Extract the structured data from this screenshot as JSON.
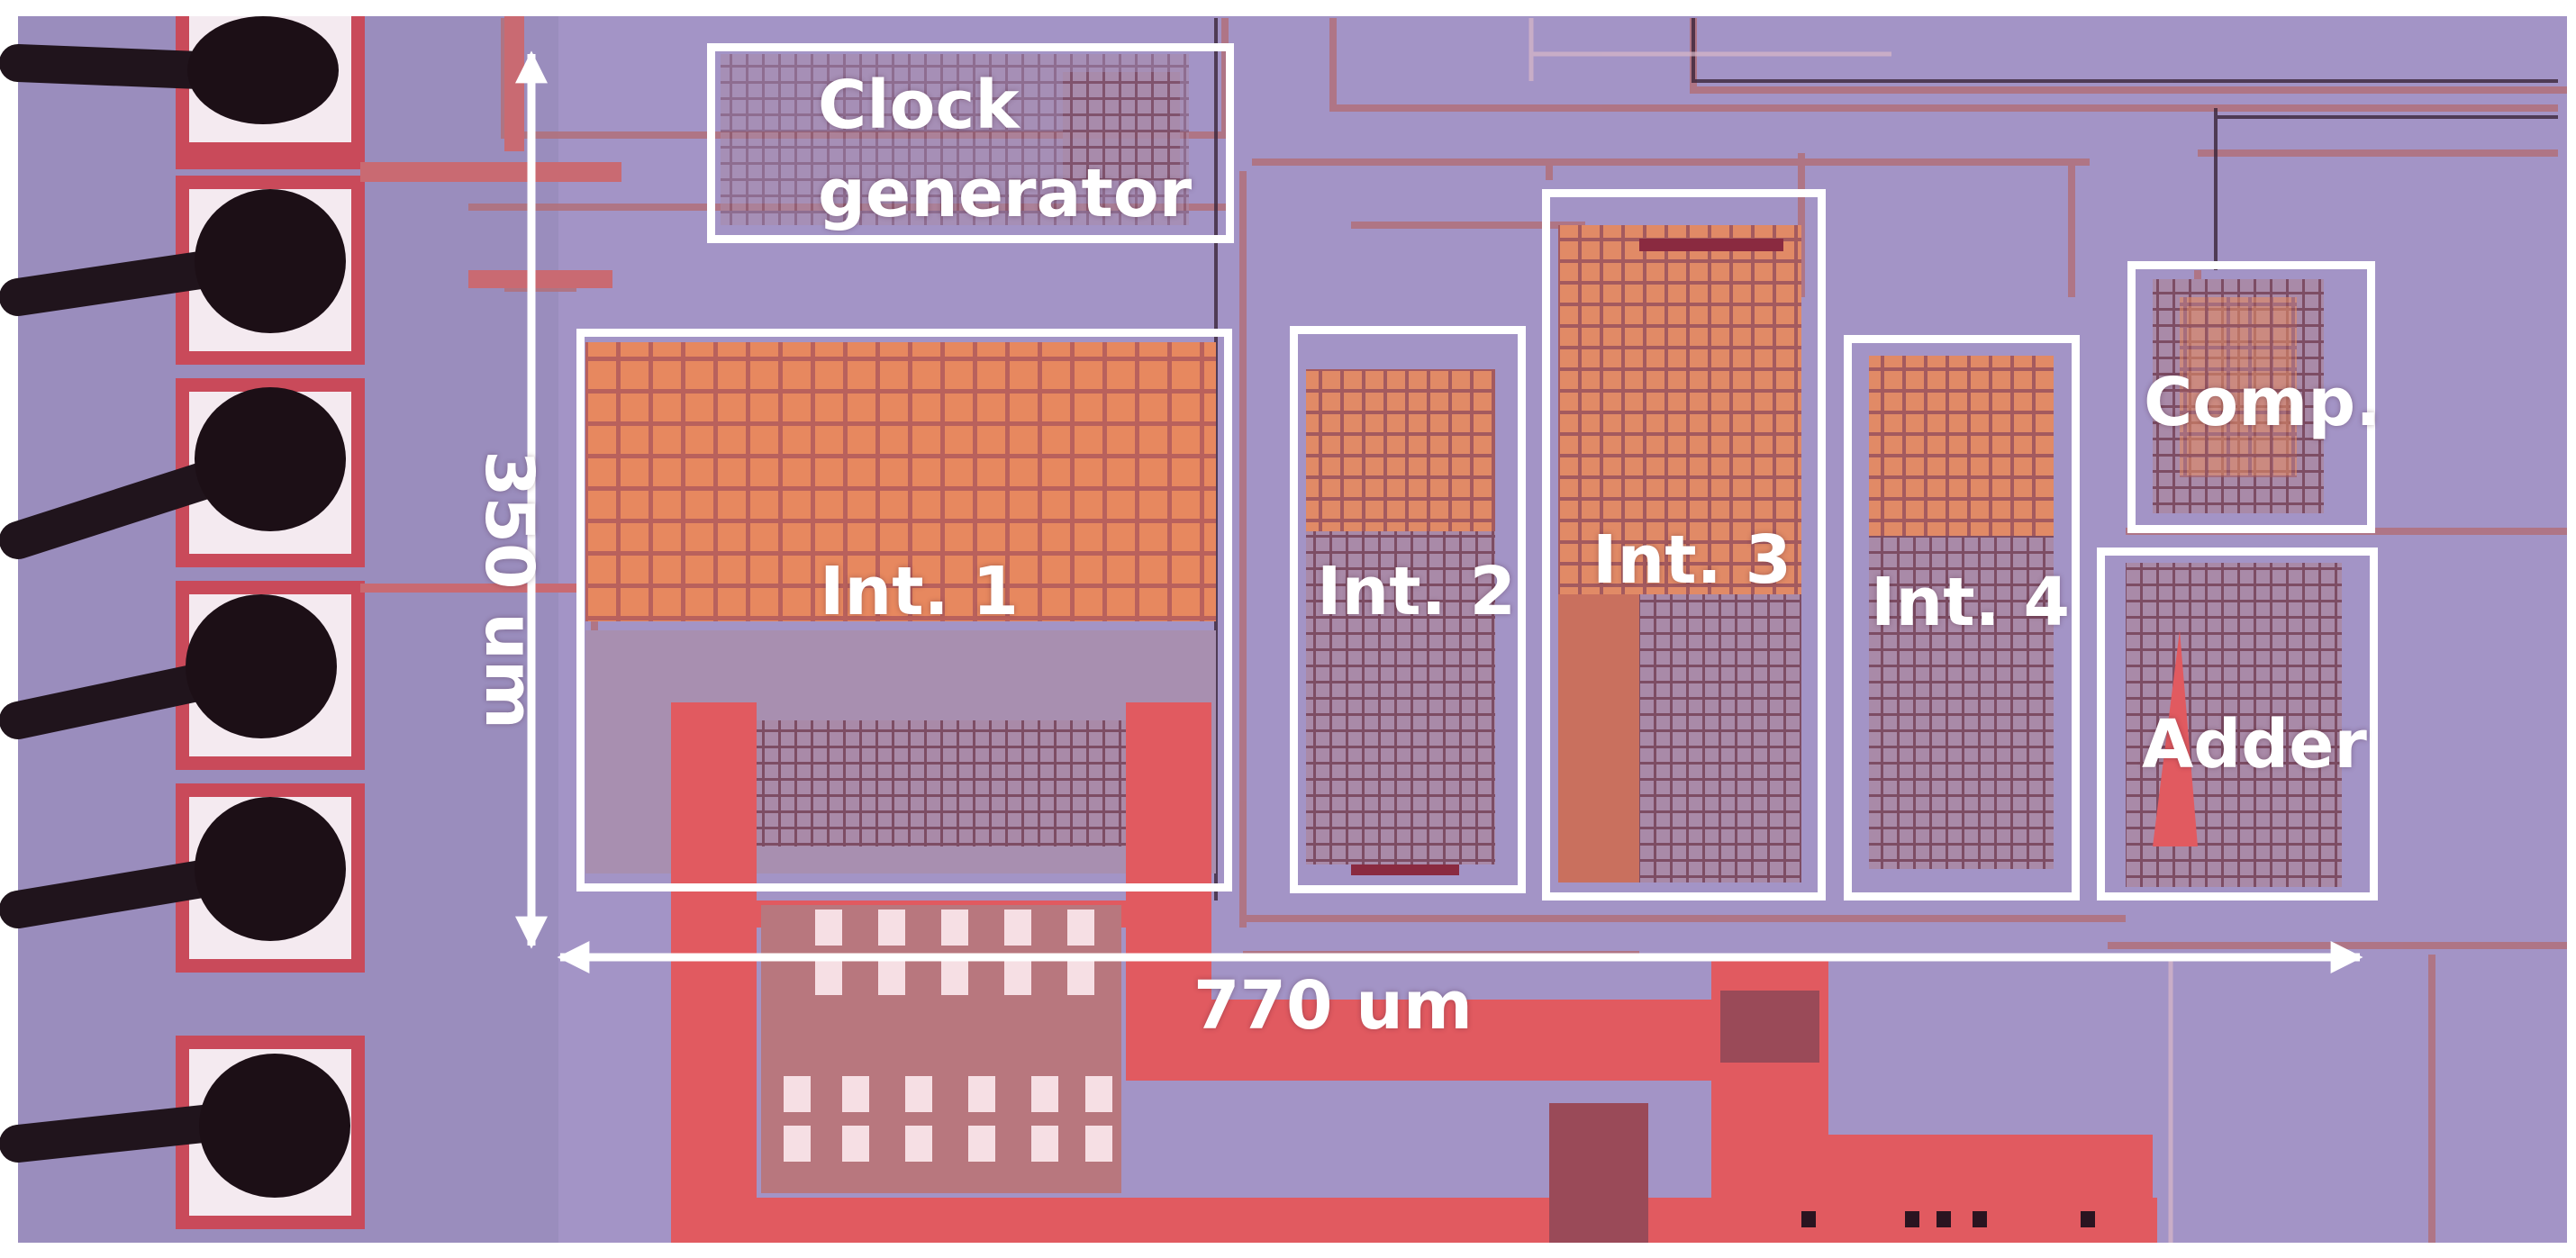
{
  "labels": {
    "clock_line1": "Clock",
    "clock_line2": "generator",
    "int1": "Int. 1",
    "int2": "Int. 2",
    "int3": "Int. 3",
    "int4": "Int. 4",
    "comp": "Comp.",
    "adder": "Adder",
    "height_dim": "350 um",
    "width_dim": "770 um"
  },
  "colors": {
    "substrate": "#9f8fc0",
    "metal": "#d86a6c",
    "bright_metal": "#e35a5e",
    "pad": "#f4e8ee",
    "annotation": "#ffffff"
  }
}
